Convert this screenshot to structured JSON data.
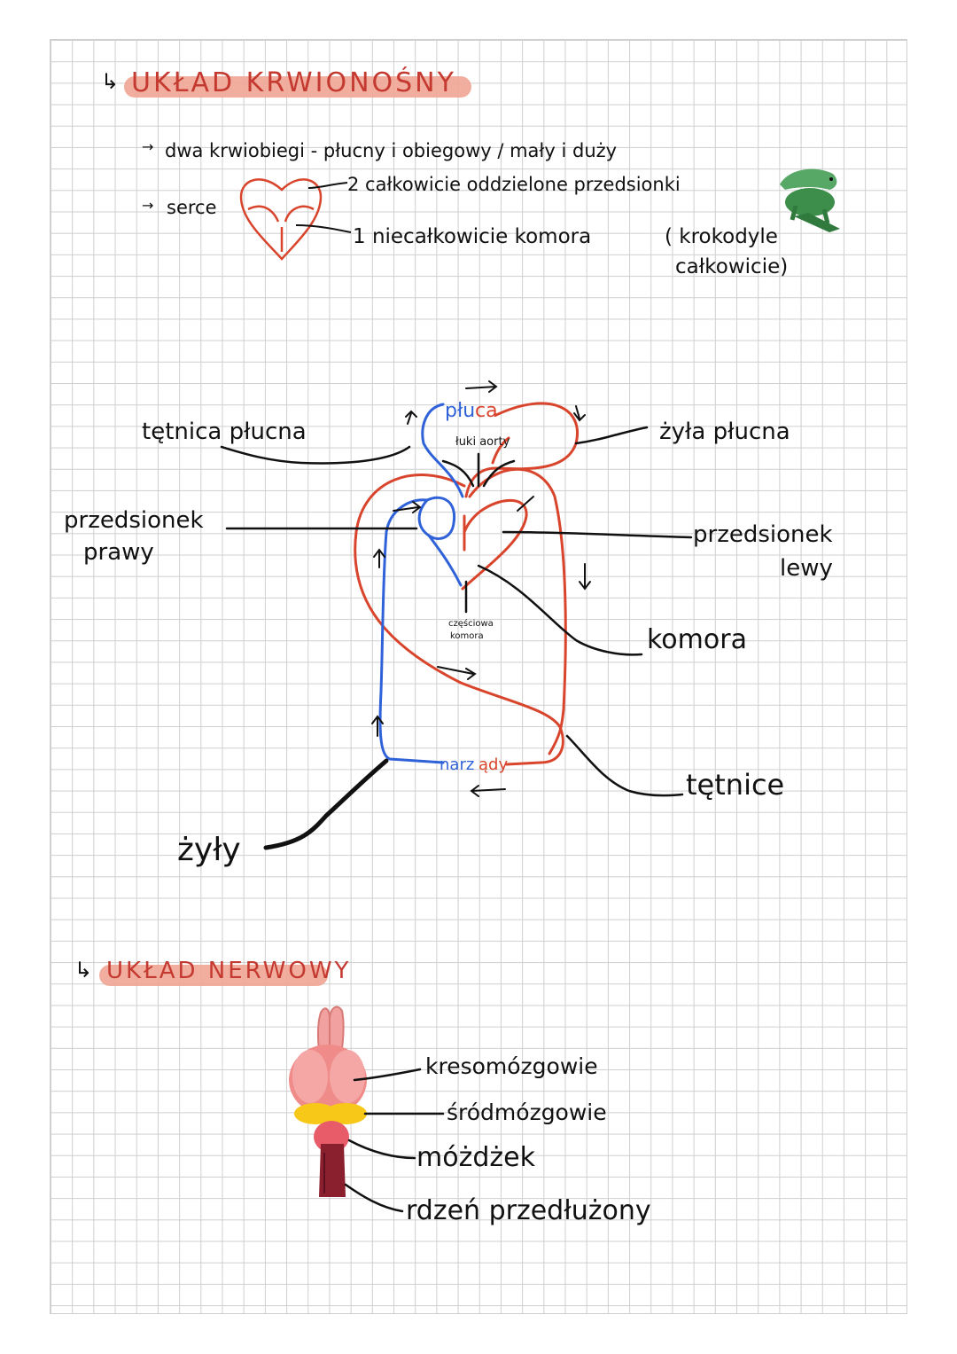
{
  "section1": {
    "marker": "↳",
    "title": "UKŁAD KRWIONOŚNY",
    "bullet1": "dwa krwiobiegi - płucny i obiegowy / mały i duży",
    "bullet2_label": "serce",
    "heart_note1": "2 całkowicie oddzielone przedsionki",
    "heart_note2": "1 niecałkowicie komora",
    "heart_note3": "( krokodyle",
    "heart_note4": "całkowicie)",
    "bullet_arrow": "→"
  },
  "diagram": {
    "pluca_blue": "płu",
    "pluca_red": "ca",
    "luki_aorty": "łuki aorty",
    "tetnica_plucna": "tętnica płucna",
    "zyla_plucna": "żyła płucna",
    "przedsionek_prawy_1": "przedsionek",
    "przedsionek_prawy_2": "prawy",
    "przedsionek_lewy_1": "przedsionek",
    "przedsionek_lewy_2": "lewy",
    "czesciowa_komora_1": "częściowa",
    "czesciowa_komora_2": "komora",
    "komora": "komora",
    "narzady_blue": "narz",
    "narzady_red": "ądy",
    "tetnice": "tętnice",
    "zyly": "żyły",
    "colors": {
      "venous": "#2f62d8",
      "arterial": "#d8452c",
      "ink": "#111111"
    }
  },
  "section2": {
    "marker": "↳",
    "title": "UKŁAD NERWOWY",
    "labels": [
      "kresomózgowie",
      "śródmózgowie",
      "móżdżek",
      "rdzeń przedłużony"
    ]
  },
  "icons": [
    "crocodile-icon",
    "heart-icon",
    "brain-icon"
  ]
}
